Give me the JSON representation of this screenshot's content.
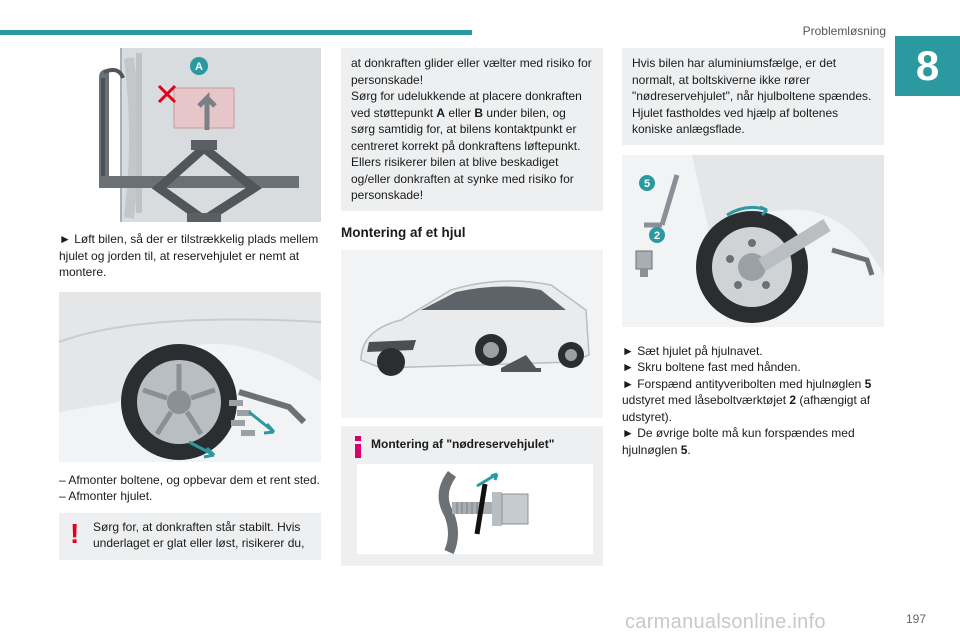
{
  "header": {
    "section": "Problemløsning",
    "chapter": "8"
  },
  "col1": {
    "fig1_label": "A",
    "para1": "► Løft bilen, så der er tilstrækkelig plads mellem hjulet og jorden til, at reservehjulet er nemt at montere.",
    "step1": "– Afmonter boltene, og opbevar dem et rent sted.",
    "step2": "– Afmonter hjulet.",
    "warning": "Sørg for, at donkraften står stabilt. Hvis underlaget er glat eller løst, risikerer du,"
  },
  "col2": {
    "warning_cont_1": "at donkraften glider eller vælter med risiko for personskade!",
    "warning_cont_2a": "Sørg for udelukkende at placere donkraften ved støttepunkt ",
    "warning_cont_2b": "A",
    "warning_cont_2c": " eller ",
    "warning_cont_2d": "B",
    "warning_cont_2e": " under bilen, og sørg samtidig for, at bilens kontaktpunkt er centreret korrekt på donkraftens løftepunkt.",
    "warning_cont_3": "Ellers risikerer bilen at blive beskadiget og/eller donkraften at synke med risiko for personskade!",
    "heading": "Montering af et hjul",
    "info_title": "Montering af \"nødreservehjulet\""
  },
  "col3": {
    "note": "Hvis bilen har aluminiumsfælge, er det normalt, at boltskiverne ikke rører \"nødreservehjulet\", når hjulboltene spændes. Hjulet fastholdes ved hjælp af boltenes koniske anlægsflade.",
    "fig_label_5": "5",
    "fig_label_2": "2",
    "line1": "► Sæt hjulet på hjulnavet.",
    "line2": "► Skru boltene fast med hånden.",
    "line3a": "► Forspænd antityveribolten med hjulnøglen ",
    "line3b": "5",
    "line3c": " udstyret med låseboltværktøjet ",
    "line3d": "2",
    "line3e": " (afhængigt af udstyret).",
    "line4a": "► De øvrige bolte må kun forspændes med hjulnøglen ",
    "line4b": "5",
    "line4c": "."
  },
  "footer": {
    "page": "197",
    "watermark": "carmanualsonline.info"
  },
  "colors": {
    "teal": "#2a9aa0",
    "warning_red": "#e2001a",
    "info_pink": "#d6006e"
  }
}
